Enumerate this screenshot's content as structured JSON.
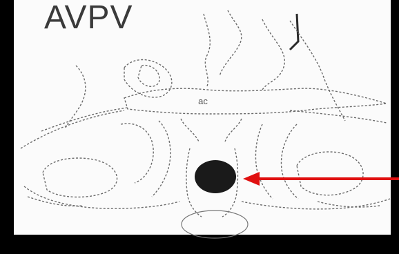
{
  "title": "AVPV",
  "labels": {
    "anterior_commissure": "ac"
  },
  "colors": {
    "background": "#000000",
    "panel": "#fbfbfb",
    "outline": "#6a6a6a",
    "nucleus_marker": "#1a1a1a",
    "arrow": "#e01010"
  },
  "marker": {
    "shape": "filled-ellipse",
    "meaning": "AVPV"
  },
  "arrow": {
    "direction": "pointing-left"
  }
}
